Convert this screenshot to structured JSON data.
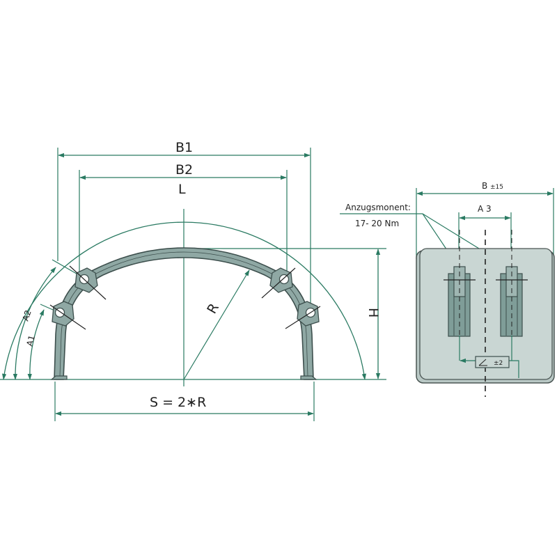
{
  "colors": {
    "dimension_line": "#2a7a62",
    "part_fill": "#8fa8a4",
    "part_dark": "#6f8f8a",
    "part_stroke": "#3d4f4d",
    "plate_fill": "#c9d6d3",
    "plate_stroke": "#4a5553",
    "background": "#ffffff",
    "text": "#222222"
  },
  "front_view": {
    "labels": {
      "b1": "B1",
      "b2": "B2",
      "l": "L",
      "r": "R",
      "h": "H",
      "a1": "A1",
      "a2": "A2",
      "s": "S = 2∗R"
    }
  },
  "side_view": {
    "labels": {
      "b": "B",
      "b_tolerance": "±15",
      "a3": "A 3",
      "torque_title": "Anzugsmonent:",
      "torque_value": "17- 20 Nm",
      "angle_tolerance": "±2"
    },
    "icons": {
      "angle_symbol": "angle-icon"
    }
  }
}
